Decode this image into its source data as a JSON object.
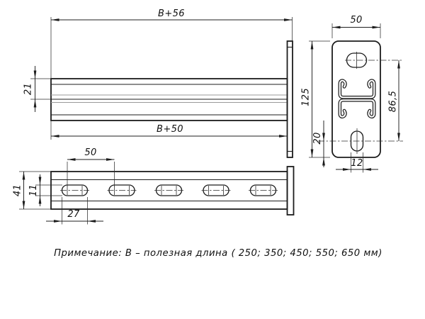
{
  "note": {
    "text": "Примечание: В – полезная длина ( 250; 350; 450; 550; 650 мм)"
  },
  "side_view": {
    "length_overall": "B+56",
    "length_useful": "B+50",
    "profile_height": "21"
  },
  "end_view": {
    "plate_width": "50",
    "plate_height": "125",
    "slot_spacing": "86,5",
    "slot_offset_bottom": "20",
    "slot_width": "12"
  },
  "plan_view": {
    "hole_pitch": "50",
    "profile_width": "41",
    "slot_width": "11",
    "slot_length": "27"
  }
}
